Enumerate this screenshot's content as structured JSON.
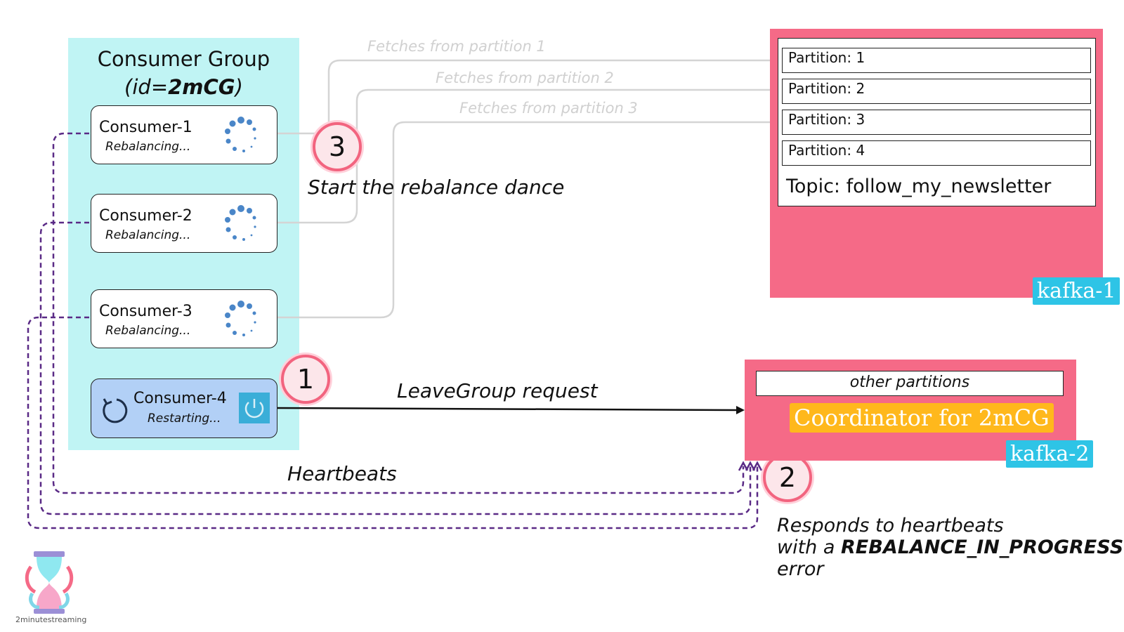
{
  "consumer_group": {
    "title": "Consumer Group",
    "id_prefix": "(id=",
    "id_value": "2mCG",
    "id_suffix": ")"
  },
  "consumers": [
    {
      "name": "Consumer-1",
      "status": "Rebalancing..."
    },
    {
      "name": "Consumer-2",
      "status": "Rebalancing..."
    },
    {
      "name": "Consumer-3",
      "status": "Rebalancing..."
    },
    {
      "name": "Consumer-4",
      "status": "Restarting..."
    }
  ],
  "steps": {
    "one": "1",
    "two": "2",
    "three": "3"
  },
  "labels": {
    "rebalance_dance": "Start the rebalance dance",
    "leavegroup": "LeaveGroup request",
    "heartbeats": "Heartbeats",
    "fetch_1": "Fetches from partition 1",
    "fetch_2": "Fetches from partition 2",
    "fetch_3": "Fetches from partition 3"
  },
  "kafka1": {
    "tag": "kafka-1",
    "partitions": [
      "Partition: 1",
      "Partition: 2",
      "Partition: 3",
      "Partition: 4"
    ],
    "topic": "Topic: follow_my_newsletter"
  },
  "kafka2": {
    "tag": "kafka-2",
    "other_partitions": "other partitions",
    "coordinator": "Coordinator for 2mCG"
  },
  "responds": {
    "line1": "Responds to heartbeats",
    "line2_prefix": "with a ",
    "line2_bold": "REBALANCE_IN_PROGRESS",
    "line3": "error"
  },
  "logo_text": "2minutestreaming",
  "colors": {
    "group_bg": "#c0f4f4",
    "broker_bg": "#f56a87",
    "broker_tag": "#2ec4e6",
    "coordinator": "#ffb81c",
    "heartbeat": "#5a2a86",
    "spinner": "#4a86c8"
  }
}
